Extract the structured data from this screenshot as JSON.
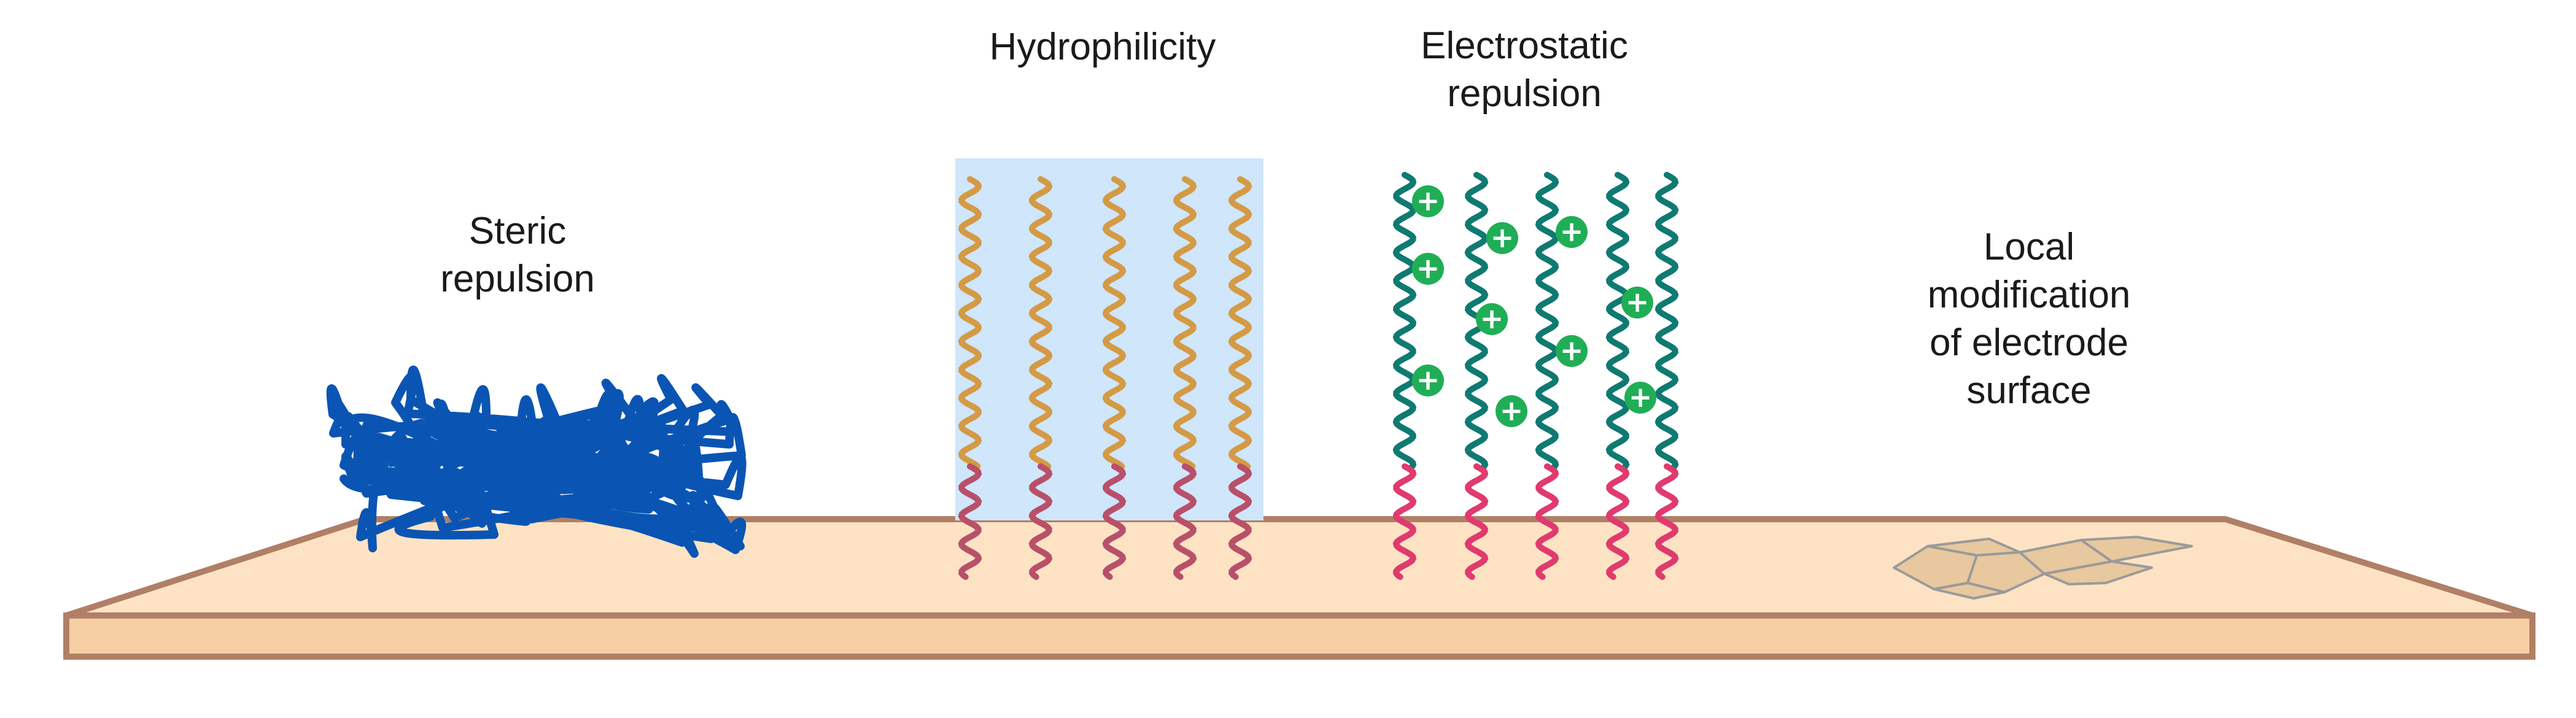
{
  "labels": {
    "steric_line1": "Steric",
    "steric_line2": "repulsion",
    "hydrophilicity": "Hydrophilicity",
    "electrostatic_line1": "Electrostatic",
    "electrostatic_line2": "repulsion",
    "local_line1": "Local",
    "local_line2": "modification",
    "local_line3": "of electrode",
    "local_line4": "surface"
  },
  "charge_symbol": "+",
  "colors": {
    "electrode_top": "#fde3c3",
    "electrode_front": "#f5cfa3",
    "electrode_edge": "#b07f66",
    "tangle_blue": "#0a55b3",
    "hydrophilic_zone": "#cfe6fb",
    "hydrophilic_chain": "#d49a45",
    "anchor_red": "#e03a6e",
    "charged_chain": "#0f7a72",
    "cation_green": "#1fae55",
    "pitted_surface": "#e8c89e"
  }
}
